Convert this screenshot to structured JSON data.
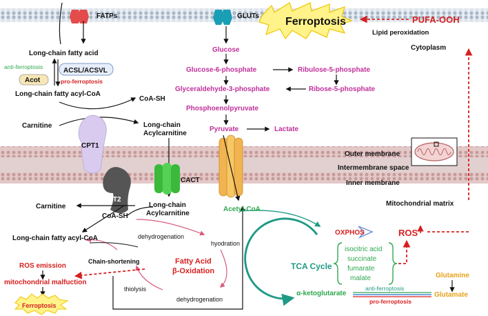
{
  "labels": {
    "fatps": "FATPs",
    "gluts": "GLUTs",
    "ferroptosis_top": "Ferroptosis",
    "pufa_ooh": "PUFA-OOH",
    "lipid_peroxidation": "Lipid peroxidation",
    "cytoplasm": "Cytoplasm",
    "lcfa": "Long-chain fatty acid",
    "anti_ferroptosis_1": "anti-ferroptosis",
    "acot": "Acot",
    "acsl": "ACSL/ACSVL",
    "pro_ferroptosis_1": "pro-ferroptosis",
    "lcfa_coa_1": "Long-chain fatty acyl-CoA",
    "coa_sh_1": "CoA-SH",
    "carnitine_1": "Carnitine",
    "long_chain_1": "Long-chain",
    "acylcarnitine_1": "Acylcarnitine",
    "cpt1": "CPT1",
    "glucose": "Glucose",
    "g6p": "Glucose-6-phosphate",
    "ribulose5p": "Ribulose-5-phosphate",
    "ga3p": "Glyceraldehyde-3-phosphate",
    "ribose5p": "Ribose-5-phosphate",
    "pep": "Phosphoenolpyruvate",
    "pyruvate": "Pyruvate",
    "lactate": "Lactate",
    "outer_membrane": "Outer membrane",
    "intermembrane_space": "Intermembrane space",
    "inner_membrane": "Inner membrane",
    "mito_matrix": "Mitochondrial matrix",
    "cact": "CACT",
    "cpt2": "CPT2",
    "carnitine_2": "Carnitine",
    "coa_sh_2": "CoA-SH",
    "long_chain_2": "Long-chain",
    "acylcarnitine_2": "Acylcarnitine",
    "acetyl_coa": "Acetyl-CoA",
    "lcfa_coa_2": "Long-chain fatty acyl-CoA",
    "dehydrogenation_1": "dehydrogenation",
    "hyodration": "hyodration",
    "chain_shortening": "Chain-shortening",
    "fatty_acid": "Fatty Acid",
    "beta_oxidation": "β-Oxidation",
    "ros_emission": "ROS emission",
    "mito_malfuction": "mitochondrial malfuction",
    "ferroptosis_bottom": "Ferroptosis",
    "thiolysis": "thiolysis",
    "dehydrogenation_2": "dehydrogenation",
    "oxphos": "OXPHOS",
    "ros": "ROS",
    "tca_cycle": "TCA Cycle",
    "isocitric": "isocitric acid",
    "succinate": "succinate",
    "fumarate": "fumarate",
    "malate": "malate",
    "akg": "α-ketoglutarate",
    "glutamine": "Glutamine",
    "anti_ferroptosis_2": "anti-ferroptosis",
    "pro_ferroptosis_2": "pro-ferroptosis",
    "glutamate": "Glutamate"
  },
  "colors": {
    "glycolysis": "#c0309a",
    "danger": "#d62020",
    "anti": "#2fa84f",
    "tca": "#1f9a86",
    "glutamine": "#e6a21a",
    "membrane": "#dfe8f1"
  }
}
